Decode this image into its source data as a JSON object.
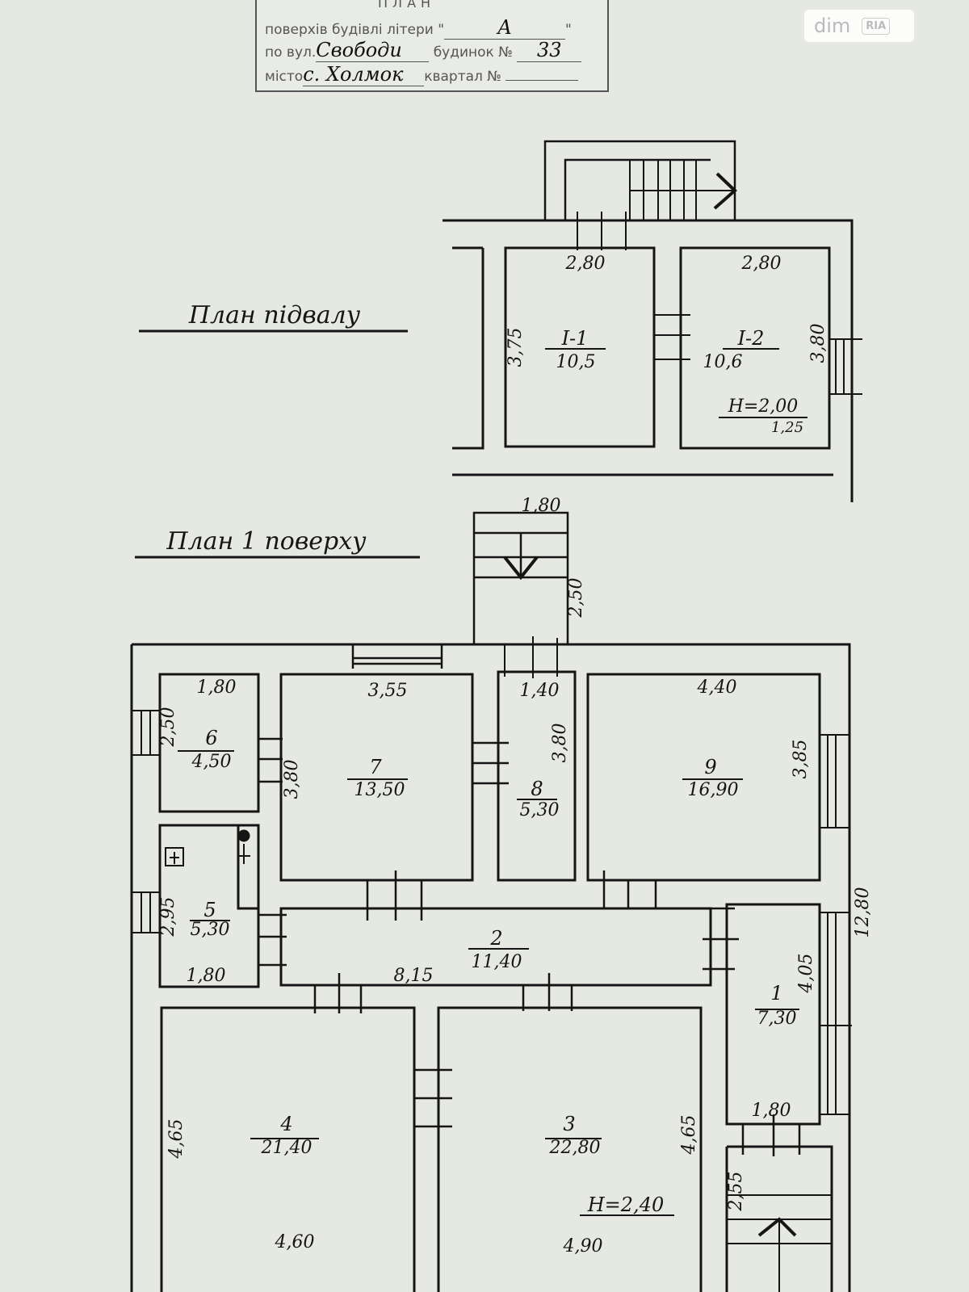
{
  "header_form": {
    "title_partial": "ПЛАН",
    "row1_label": "поверхів будівлі літери \"",
    "row1_value": "А",
    "row1_end": "\"",
    "row2_label": "по вул.",
    "row2_value": "Свободи",
    "row2_label2": "будинок №",
    "row2_value2": "33",
    "row3_label": "місто",
    "row3_value": "с. Холмок",
    "row3_label2": "квартал №",
    "row3_value2": ""
  },
  "watermark": {
    "text": "dim",
    "badge": "RIA"
  },
  "basement": {
    "title": "План підвалу",
    "rooms": [
      {
        "id": "I-1",
        "area": "10,5"
      },
      {
        "id": "I-2",
        "area": "10,6"
      }
    ],
    "dims": [
      "2,80",
      "2,80",
      "3,75",
      "3,80"
    ],
    "height_note": "H=2,00",
    "height_note2": "1,25"
  },
  "floor1": {
    "title": "План 1 поверху",
    "rooms": [
      {
        "id": "1",
        "area": "7,30"
      },
      {
        "id": "2",
        "area": "11,40"
      },
      {
        "id": "3",
        "area": "22,80"
      },
      {
        "id": "4",
        "area": "21,40"
      },
      {
        "id": "5",
        "area": "5,30"
      },
      {
        "id": "6",
        "area": "4,50"
      },
      {
        "id": "7",
        "area": "13,50"
      },
      {
        "id": "8",
        "area": "5,30"
      },
      {
        "id": "9",
        "area": "16,90"
      }
    ],
    "dims": [
      "1,80",
      "2,50",
      "1,80",
      "3,55",
      "3,80",
      "1,40",
      "3,80",
      "4,40",
      "3,85",
      "2,95",
      "1,80",
      "8,15",
      "4,05",
      "12,80",
      "1,80",
      "4,65",
      "4,65",
      "4,60",
      "4,90",
      "2,55",
      "1,80",
      "2,50"
    ],
    "height_note": "H=2,40"
  }
}
